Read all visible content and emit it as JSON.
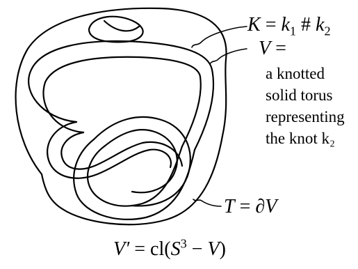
{
  "labels": {
    "k_label": {
      "lhs": "K",
      "eq": " = ",
      "k1": "k",
      "k1_sub": "1",
      "hash": " # ",
      "k2": "k",
      "k2_sub": "2"
    },
    "v_label": {
      "lhs": "V",
      "eq": " ="
    },
    "v_description": [
      "a knotted",
      "solid torus",
      "representing",
      "the knot k₂"
    ],
    "t_label": {
      "lhs": "T",
      "eq": " = ",
      "rhs": "∂V"
    },
    "complement_label": {
      "lhs": "V′",
      "eq": " = ",
      "cl": "cl(",
      "s": "S",
      "s_sup": "3",
      "minus": " − ",
      "v": "V",
      "close": ")"
    }
  },
  "colors": {
    "ink": "#000000",
    "background": "#ffffff"
  }
}
